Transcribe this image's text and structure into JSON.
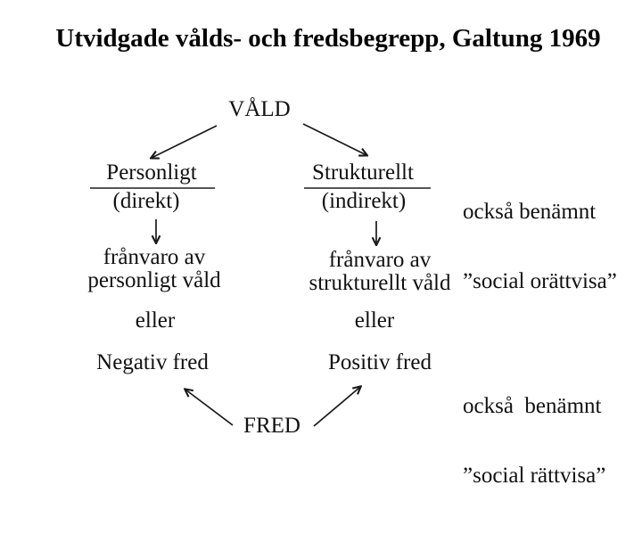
{
  "slide": {
    "title": "Utvidgade vålds- och fredsbegrepp, Galtung 1969"
  },
  "nodes": {
    "violence": "VÅLD",
    "peace": "FRED"
  },
  "left_branch": {
    "heading": "Personligt",
    "subheading": "(direkt)",
    "absence_line1": "frånvaro av",
    "absence_line2": "personligt våld",
    "conjunction": "eller",
    "result": "Negativ fred"
  },
  "right_branch": {
    "heading": "Strukturellt",
    "subheading": "(indirekt)",
    "absence_line1": "frånvaro av",
    "absence_line2": "strukturellt våld",
    "conjunction": "eller",
    "result": "Positiv fred"
  },
  "annotations": {
    "structural_note_line1": "också benämnt",
    "structural_note_line2": "”social orättvisa”",
    "positive_note_line1": "också  benämnt",
    "positive_note_line2": "”social rättvisa”"
  },
  "colors": {
    "background": "#ffffff",
    "text": "#111111",
    "arrow": "#1a1a1a",
    "underline": "#565656"
  }
}
